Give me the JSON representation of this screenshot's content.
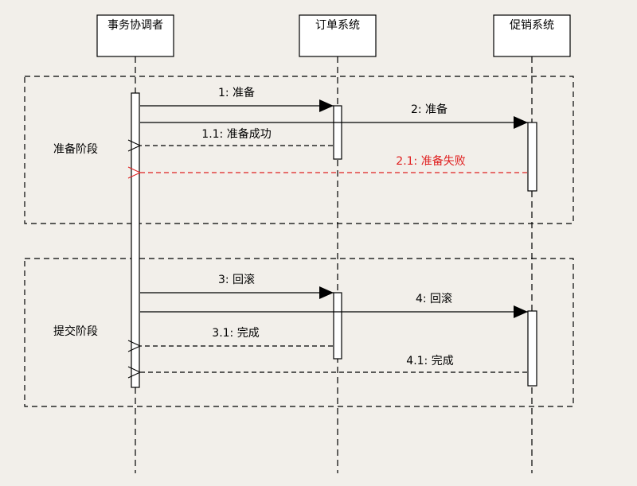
{
  "participants": [
    {
      "id": "coordinator",
      "label": "事务协调者"
    },
    {
      "id": "order",
      "label": "订单系统"
    },
    {
      "id": "promo",
      "label": "促销系统"
    }
  ],
  "phases": [
    {
      "label": "准备阶段"
    },
    {
      "label": "提交阶段"
    }
  ],
  "messages": [
    {
      "label": "1: 准备",
      "from": "coordinator",
      "to": "order",
      "kind": "call"
    },
    {
      "label": "2: 准备",
      "from": "coordinator",
      "to": "promo",
      "kind": "call"
    },
    {
      "label": "1.1: 准备成功",
      "from": "order",
      "to": "coordinator",
      "kind": "return"
    },
    {
      "label": "2.1: 准备失败",
      "from": "promo",
      "to": "coordinator",
      "kind": "fail-return"
    },
    {
      "label": "3: 回滚",
      "from": "coordinator",
      "to": "order",
      "kind": "call"
    },
    {
      "label": "4: 回滚",
      "from": "coordinator",
      "to": "promo",
      "kind": "call"
    },
    {
      "label": "3.1: 完成",
      "from": "order",
      "to": "coordinator",
      "kind": "return"
    },
    {
      "label": "4.1: 完成",
      "from": "promo",
      "to": "coordinator",
      "kind": "return"
    }
  ],
  "colors": {
    "background": "#f2efea",
    "box_fill": "#ffffff",
    "line": "#000000",
    "fail": "#e02020"
  }
}
